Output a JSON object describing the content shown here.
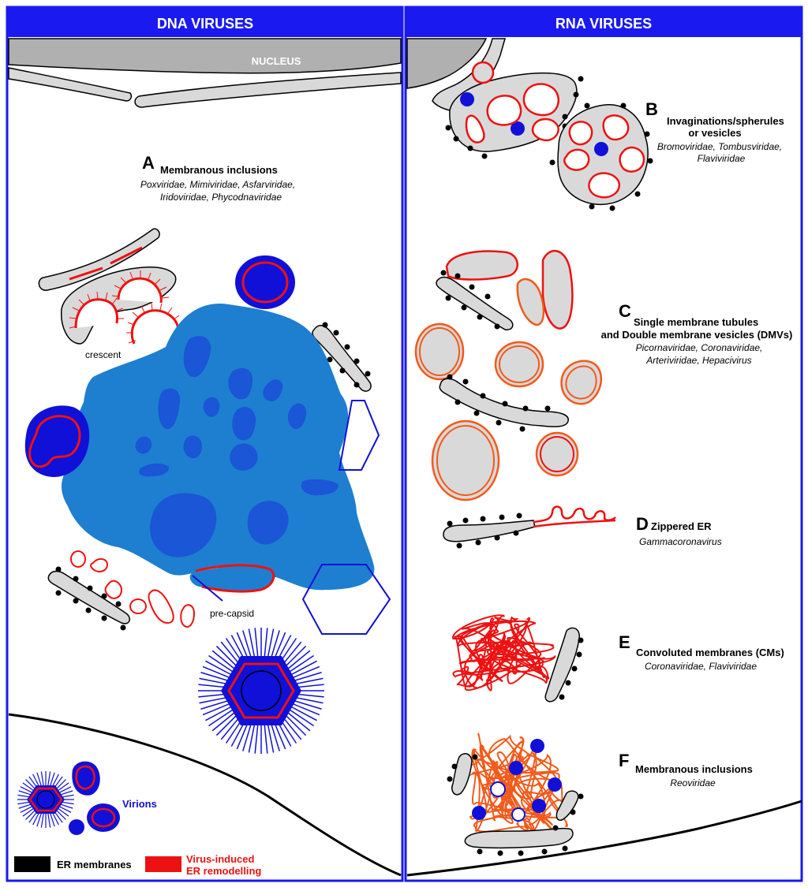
{
  "panels": {
    "dna_title": "DNA VIRUSES",
    "rna_title": "RNA VIRUSES"
  },
  "nucleus_label": "NUCLEUS",
  "dna": {
    "A": {
      "letter": "A",
      "title": "Membranous inclusions",
      "families_1": "Poxviridae, Mimiviridae, Asfarviridae,",
      "families_2": "Iridoviridae, Phycodnaviridae"
    },
    "crescent_label": "crescent",
    "precapsid_label": "pre-capsid",
    "virions_label": "Virions"
  },
  "rna": {
    "B": {
      "letter": "B",
      "title_1": "Invaginations/spherules",
      "title_2": "or vesicles",
      "families_1": "Bromoviridae, Tombusviridae,",
      "families_2": "Flaviviridae"
    },
    "C": {
      "letter": "C",
      "title_1": "Single membrane tubules",
      "title_2": "and Double membrane vesicles (DMVs)",
      "families_1": "Picornaviridae, Coronaviridae,",
      "families_2": "Arteriviridae, Hepacivirus"
    },
    "D": {
      "letter": "D",
      "title": "Zippered ER",
      "families": "Gammacoronavirus"
    },
    "E": {
      "letter": "E",
      "title": "Convoluted membranes (CMs)",
      "families": "Coronaviridae, Flaviviridae"
    },
    "F": {
      "letter": "F",
      "title": "Membranous inclusions",
      "families": "Reoviridae"
    }
  },
  "legend": {
    "er_label": "ER membranes",
    "remodel_label_1": "Virus-induced",
    "remodel_label_2": "ER remodelling"
  },
  "colors": {
    "panel_blue": "#1a1af0",
    "virion_blue": "#1010d8",
    "factory_blue": "#1e7fd0",
    "factory_dark": "#1a56d6",
    "remodel_red": "#ee1111",
    "dmv_orange": "#f25a1a",
    "membrane_grey": "#d9d9d9",
    "nucleus_grey": "#b0b0b0"
  }
}
